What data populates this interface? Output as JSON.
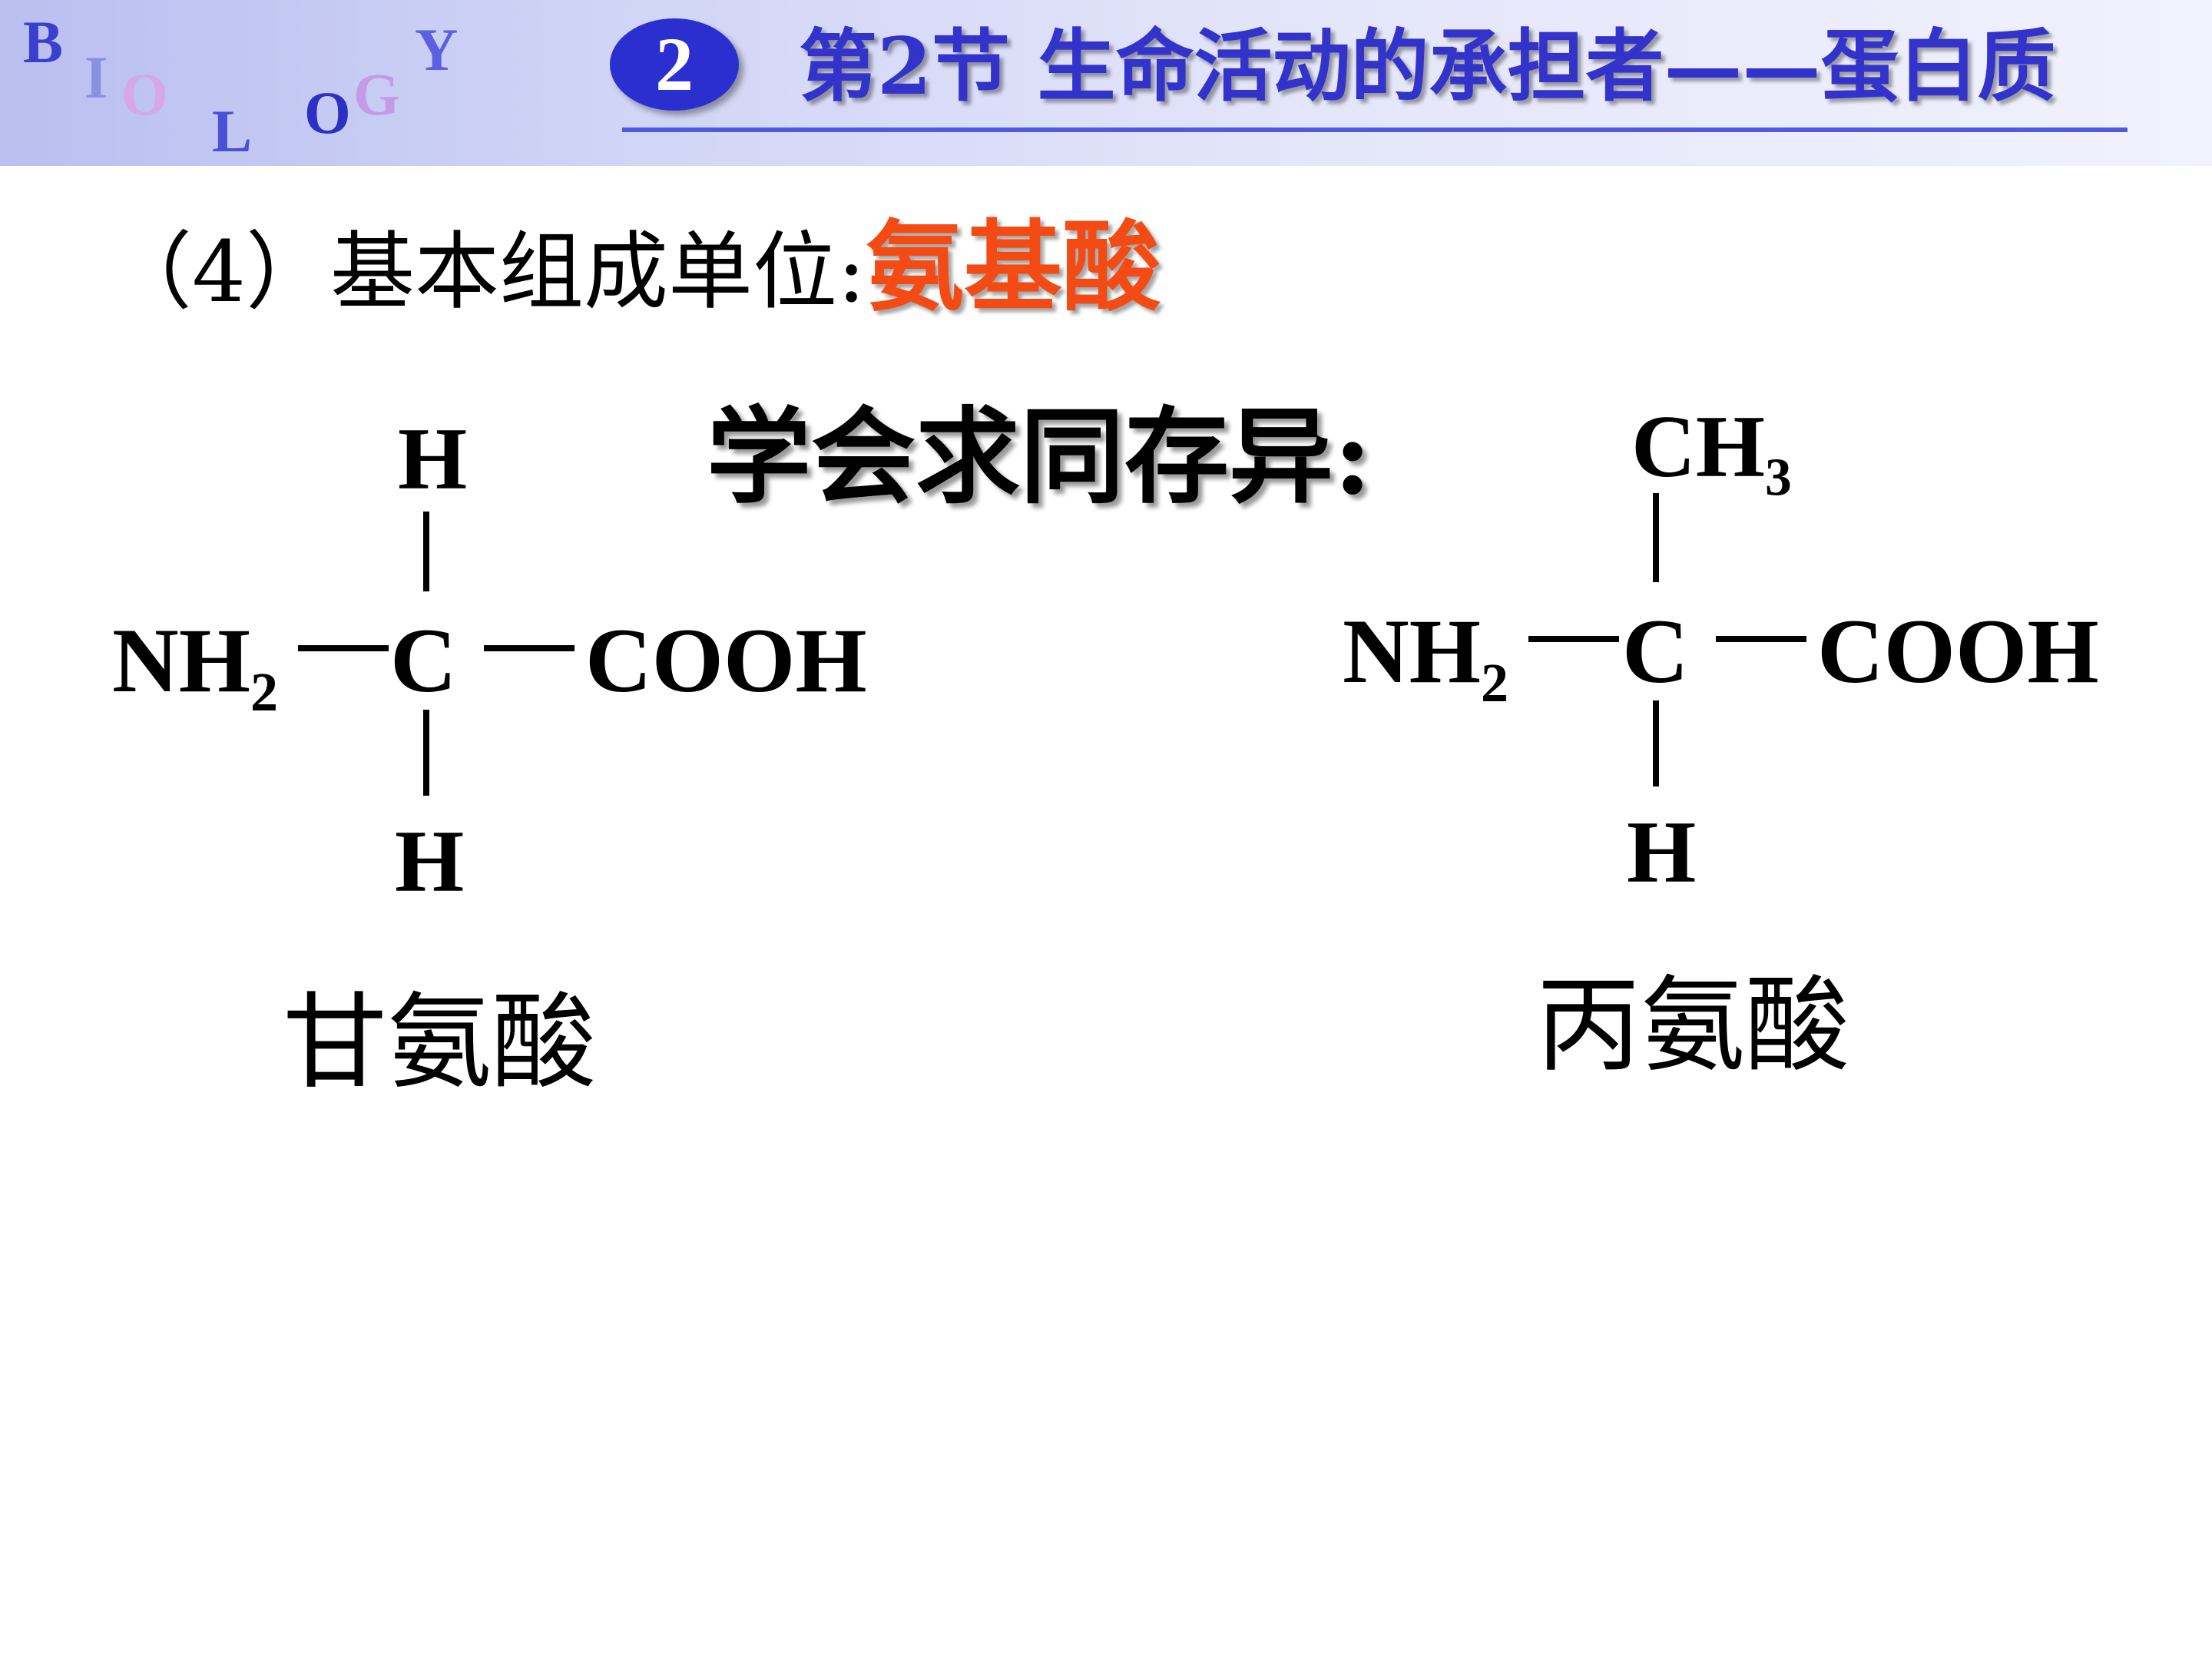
{
  "header": {
    "logo_letters": [
      "B",
      "I",
      "O",
      "L",
      "O",
      "G",
      "Y"
    ],
    "chapter_number": "2",
    "title": "第2节 生命活动的承担者——蛋白质",
    "colors": {
      "title": "#3333cc",
      "badge": "#2b2fd0",
      "rule": "#4f5ae0"
    }
  },
  "main": {
    "point_prefix": "（4）基本组成单位:",
    "point_term": "氨基酸",
    "term_color": "#f44a14",
    "tip": "学会求同存异:",
    "glycine": {
      "top": "H",
      "amino": "NH",
      "amino_sub": "2",
      "center": "C",
      "carboxyl": "COOH",
      "bottom": "H",
      "name": "甘氨酸"
    },
    "alanine": {
      "top": "CH",
      "top_sub": "3",
      "amino": "NH",
      "amino_sub": "2",
      "center": "C",
      "carboxyl": "COOH",
      "bottom": "H",
      "name": "丙氨酸"
    }
  }
}
